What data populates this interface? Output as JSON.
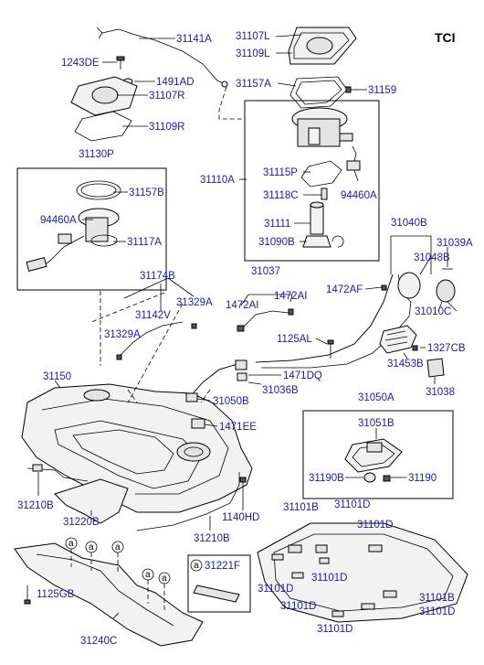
{
  "title": "TCI",
  "legend_symbol": "a",
  "labels": {
    "l31141A": "31141A",
    "l31107L": "31107L",
    "l31109L": "31109L",
    "l1243DE": "1243DE",
    "l1491AD": "1491AD",
    "l31107R": "31107R",
    "l31157A_top": "31157A",
    "l31159": "31159",
    "l31109R": "31109R",
    "l31130P": "31130P",
    "l31157B": "31157B",
    "l94460A_l": "94460A",
    "l31117A": "31117A",
    "l31110A": "31110A",
    "l31115P": "31115P",
    "l31118C": "31118C",
    "l94460A_r": "94460A",
    "l31111": "31111",
    "l31090B": "31090B",
    "l31040B": "31040B",
    "l31039A": "31039A",
    "l31048B": "31048B",
    "l1472AF": "1472AF",
    "l31010C": "31010C",
    "l31174B": "31174B",
    "l31037": "31037",
    "l31329A_r": "31329A",
    "l1472AI_l": "1472AI",
    "l1472AI_r": "1472AI",
    "l31142V": "31142V",
    "l31329A_l": "31329A",
    "l1125AL": "1125AL",
    "l1327CB": "1327CB",
    "l31453B": "31453B",
    "l31038": "31038",
    "l31150": "31150",
    "l1471DQ": "1471DQ",
    "l31036B": "31036B",
    "l31050B": "31050B",
    "l1471EE": "1471EE",
    "l31050A": "31050A",
    "l31051B": "31051B",
    "l31190B": "31190B",
    "l31190": "31190",
    "l31210B_l": "31210B",
    "l31220B": "31220B",
    "l1140HD": "1140HD",
    "l31210B_r": "31210B",
    "l31221F": "31221F",
    "l1125GB": "1125GB",
    "l31240C": "31240C",
    "l31101B_t": "31101B",
    "l31101D_t1": "31101D",
    "l31101D_t2": "31101D",
    "l31101D_m1": "31101D",
    "l31101D_m2": "31101D",
    "l31101D_b1": "31101D",
    "l31101B_r": "31101B",
    "l31101D_r": "31101D",
    "l31101D_b2": "31101D"
  }
}
